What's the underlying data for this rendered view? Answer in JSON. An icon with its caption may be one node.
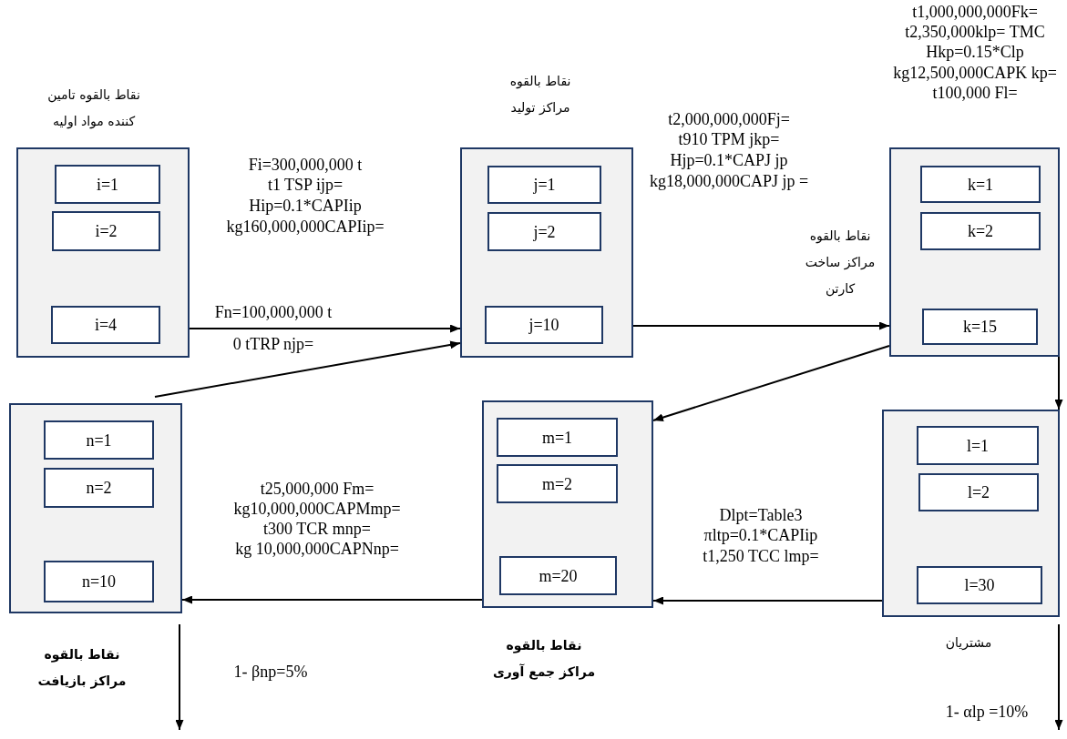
{
  "diagram": {
    "nodes": [
      {
        "text": [
          "نقاط بالقوه تامین کننده مواد اولیه"
        ]
      },
      {
        "text": [
          "i=1"
        ],
        "in": 0
      },
      {
        "text": [
          "i=2"
        ],
        "in": 0
      },
      {
        "text": [
          "i=4"
        ],
        "in": 0
      },
      {
        "text": [
          "نقاط بالقوه مراکز تولید"
        ]
      },
      {
        "text": [
          "j=1"
        ],
        "in": 4
      },
      {
        "text": [
          "j=2"
        ],
        "in": 4
      },
      {
        "text": [
          "j=10"
        ],
        "in": 4
      },
      {
        "text": [
          "نقاط بالقوه مراکز ساخت کارتن"
        ]
      },
      {
        "text": [
          "k=1"
        ],
        "in": 8
      },
      {
        "text": [
          "k=2"
        ],
        "in": 8
      },
      {
        "text": [
          "k=15"
        ],
        "in": 8
      },
      {
        "text": [
          "نقاط بالقوه مراکز بازیافت"
        ]
      },
      {
        "text": [
          "n=1"
        ],
        "in": 12
      },
      {
        "text": [
          "n=2"
        ],
        "in": 12
      },
      {
        "text": [
          "n=10"
        ],
        "in": 12
      },
      {
        "text": [
          "نقاط بالقوه مراکز جمع آوری"
        ]
      },
      {
        "text": [
          "m=1"
        ],
        "in": 16
      },
      {
        "text": [
          "m=2"
        ],
        "in": 16
      },
      {
        "text": [
          "m=20"
        ],
        "in": 16
      },
      {
        "text": [
          "مشتریان"
        ]
      },
      {
        "text": [
          "l=1"
        ],
        "in": 20
      },
      {
        "text": [
          "l=2"
        ],
        "in": 20
      },
      {
        "text": [
          "l=30"
        ],
        "in": 20
      }
    ],
    "edges": [
      {
        "from": 0,
        "to": 4,
        "arrow": "to"
      },
      {
        "from": 12,
        "to": 4,
        "arrow": "to"
      },
      {
        "from": 4,
        "to": 8,
        "arrow": "to"
      },
      {
        "from": 8,
        "to": 16,
        "arrow": "to"
      },
      {
        "from": 8,
        "to": 20,
        "arrow": "to"
      },
      {
        "from": 20,
        "to": 16,
        "arrow": "to"
      },
      {
        "from": 16,
        "to": 12,
        "arrow": "to"
      },
      {
        "from": 12,
        "to": null,
        "arrow": "to"
      },
      {
        "from": 20,
        "to": null,
        "arrow": "to"
      }
    ],
    "labels": [
      "t1,000,000,000Fk=",
      "t2,350,000klp= TMC",
      "Hkp=0.15*Clp",
      "kg12,500,000CAPK kp=",
      "t100,000 Fl=",
      "t2,000,000,000Fj=",
      "t910 TPM jkp=",
      "Hjp=0.1*CAPJ jp",
      "kg18,000,000CAPJ jp =",
      "Fi=300,000,000 t",
      "t1 TSP ijp=",
      "Hip=0.1*CAPIip",
      "kg160,000,000CAPIip=",
      "Fn=100,000,000 t",
      "0 tTRP njp=",
      "t25,000,000 Fm=",
      "kg10,000,000CAPMmp=",
      "t300 TCR mnp=",
      "kg 10,000,000CAPNnp=",
      "Dlpt=Table3",
      "πltp=0.1*CAPIip",
      "t1,250 TCC lmp=",
      "1- βnp=5%",
      "1- αlp =10%"
    ]
  }
}
